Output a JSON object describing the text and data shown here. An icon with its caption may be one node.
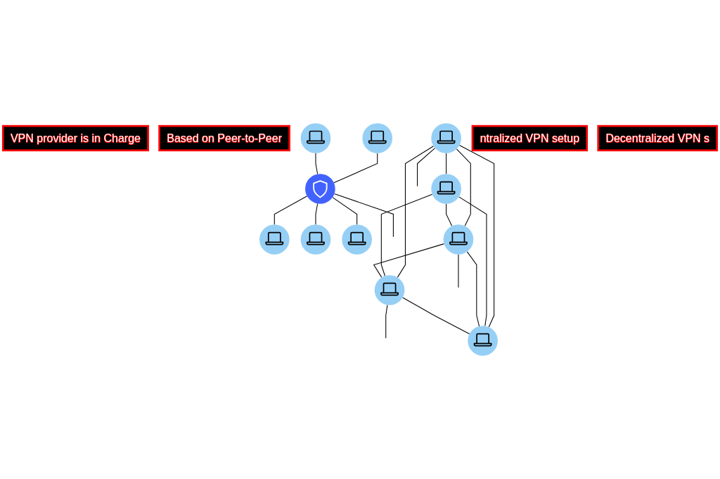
{
  "diagram": {
    "nodes": [
      {
        "text": [
          "VPN provider is in Charge"
        ]
      },
      {
        "text": [
          "Based on Peer-to-Peer"
        ]
      },
      {
        "text": [],
        "shape": "circle"
      },
      {
        "text": [],
        "shape": "circle"
      },
      {
        "text": [],
        "shape": "circle"
      },
      {
        "text": [],
        "shape": "circle"
      },
      {
        "text": [],
        "shape": "circle"
      },
      {
        "text": [],
        "shape": "circle"
      },
      {
        "text": [],
        "shape": "circle"
      },
      {
        "text": [],
        "shape": "circle"
      },
      {
        "text": [],
        "shape": "circle"
      },
      {
        "text": [],
        "shape": "circle"
      },
      {
        "text": [],
        "shape": "circle"
      },
      {
        "text": [
          "ntralized VPN setup"
        ]
      },
      {
        "text": [
          "Decentralized VPN s"
        ]
      }
    ],
    "edges": [
      {
        "from": 2,
        "to": 4,
        "arrow": "none"
      },
      {
        "from": 3,
        "to": 4,
        "arrow": "none"
      },
      {
        "from": 4,
        "to": null,
        "arrow": "none"
      },
      {
        "from": 4,
        "to": 5,
        "arrow": "none"
      },
      {
        "from": 4,
        "to": 6,
        "arrow": "none"
      },
      {
        "from": 4,
        "to": 7,
        "arrow": "none"
      },
      {
        "from": 8,
        "to": 9,
        "arrow": "none"
      },
      {
        "from": 8,
        "to": 10,
        "arrow": "none"
      },
      {
        "from": 8,
        "to": 11,
        "arrow": "none"
      },
      {
        "from": 8,
        "to": 12,
        "arrow": "none"
      },
      {
        "from": 8,
        "to": null,
        "arrow": "none"
      },
      {
        "from": 9,
        "to": 10,
        "arrow": "none"
      },
      {
        "from": 9,
        "to": 11,
        "arrow": "none"
      },
      {
        "from": 9,
        "to": 12,
        "arrow": "none"
      },
      {
        "from": 10,
        "to": 11,
        "arrow": "none"
      },
      {
        "from": 10,
        "to": 12,
        "arrow": "none"
      },
      {
        "from": 10,
        "to": null,
        "arrow": "none"
      },
      {
        "from": 11,
        "to": 12,
        "arrow": "none"
      },
      {
        "from": 11,
        "to": null,
        "arrow": "none"
      }
    ]
  }
}
